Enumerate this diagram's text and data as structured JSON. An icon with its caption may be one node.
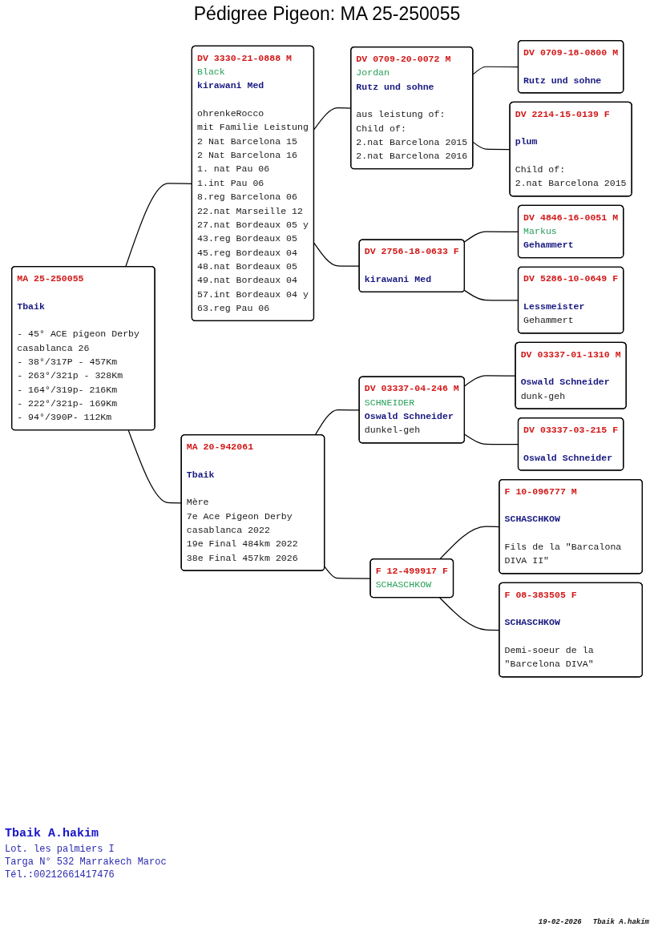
{
  "diagram": {
    "title": "Pédigree Pigeon: MA 25-250055",
    "nodes": [
      {
        "text": [
          "MA 25-250055",
          "Tbaik",
          "- 45° ACE pigeon Derby casablanca 26",
          "- 38°/317P - 457Km",
          "- 263°/321p - 328Km",
          "- 164°/319p- 216Km",
          "- 222°/321p- 169Km",
          "- 94°/390P- 112Km"
        ]
      },
      {
        "text": [
          "DV 3330-21-0888 M",
          "Black",
          "kirawani Med",
          "ohrenkeRocco",
          "mit Familie Leistung",
          "2 Nat Barcelona 15",
          "2 Nat Barcelona 16",
          "1. nat Pau 06",
          "1.int Pau 06",
          "8.reg Barcelona 06",
          "22.nat Marseille 12",
          "27.nat Bordeaux 05 y",
          "43.reg Bordeaux 05",
          "45.reg Bordeaux 04",
          "48.nat Bordeaux 05",
          "49.nat Bordeaux 04",
          "57.int Bordeaux 04 y",
          "63.reg Pau 06"
        ]
      },
      {
        "text": [
          "DV 0709-20-0072 M",
          "Jordan",
          "Rutz und sohne",
          "aus leistung of:",
          "Child of:",
          "2.nat Barcelona 2015",
          "2.nat Barcelona 2016"
        ]
      },
      {
        "text": [
          "DV 0709-18-0800 M",
          "Rutz und sohne"
        ]
      },
      {
        "text": [
          "DV 2214-15-0139 F",
          "plum",
          "Child of:",
          "2.nat Barcelona 2015"
        ]
      },
      {
        "text": [
          "DV 2756-18-0633 F",
          "kirawani Med"
        ]
      },
      {
        "text": [
          "DV 4846-16-0051 M",
          "Markus",
          "Gehammert"
        ]
      },
      {
        "text": [
          "DV 5286-10-0649 F",
          "Lessmeister",
          "Gehammert"
        ]
      },
      {
        "text": [
          "MA 20-942061",
          "Tbaik",
          "Mère",
          "7e Ace Pigeon Derby casablanca 2022",
          "19e Final 484km 2022",
          "38e Final 457km 2026"
        ]
      },
      {
        "text": [
          "DV 03337-04-246 M",
          "SCHNEIDER",
          "Oswald Schneider",
          "dunkel-geh"
        ]
      },
      {
        "text": [
          "DV 03337-01-1310 M",
          "Oswald Schneider",
          "dunk-geh"
        ]
      },
      {
        "text": [
          "DV 03337-03-215 F",
          "Oswald Schneider"
        ]
      },
      {
        "text": [
          "F 12-499917 F",
          "SCHASCHKOW"
        ]
      },
      {
        "text": [
          "F 10-096777 M",
          "SCHASCHKOW",
          "Fils de la \"Barcalona DIVA II\""
        ]
      },
      {
        "text": [
          "F 08-383505 F",
          "SCHASCHKOW",
          "Demi-soeur de la \"Barcelona DIVA\""
        ]
      }
    ],
    "edges": [
      {
        "from": 0,
        "to": 1,
        "arrow": "none"
      },
      {
        "from": 0,
        "to": 8,
        "arrow": "none"
      },
      {
        "from": 1,
        "to": 2,
        "arrow": "none"
      },
      {
        "from": 1,
        "to": 5,
        "arrow": "none"
      },
      {
        "from": 2,
        "to": 3,
        "arrow": "none"
      },
      {
        "from": 2,
        "to": 4,
        "arrow": "none"
      },
      {
        "from": 5,
        "to": 6,
        "arrow": "none"
      },
      {
        "from": 5,
        "to": 7,
        "arrow": "none"
      },
      {
        "from": 8,
        "to": 9,
        "arrow": "none"
      },
      {
        "from": 8,
        "to": 12,
        "arrow": "none"
      },
      {
        "from": 9,
        "to": 10,
        "arrow": "none"
      },
      {
        "from": 9,
        "to": 11,
        "arrow": "none"
      },
      {
        "from": 12,
        "to": 13,
        "arrow": "none"
      },
      {
        "from": 12,
        "to": 14,
        "arrow": "none"
      }
    ],
    "labels": [
      "Tbaik A.hakim",
      "Lot. les palmiers I",
      "Targa N° 532 Marrakech Maroc",
      "Tél.:00212661417476",
      "19-02-2026",
      "Tbaik A.hakim"
    ]
  }
}
